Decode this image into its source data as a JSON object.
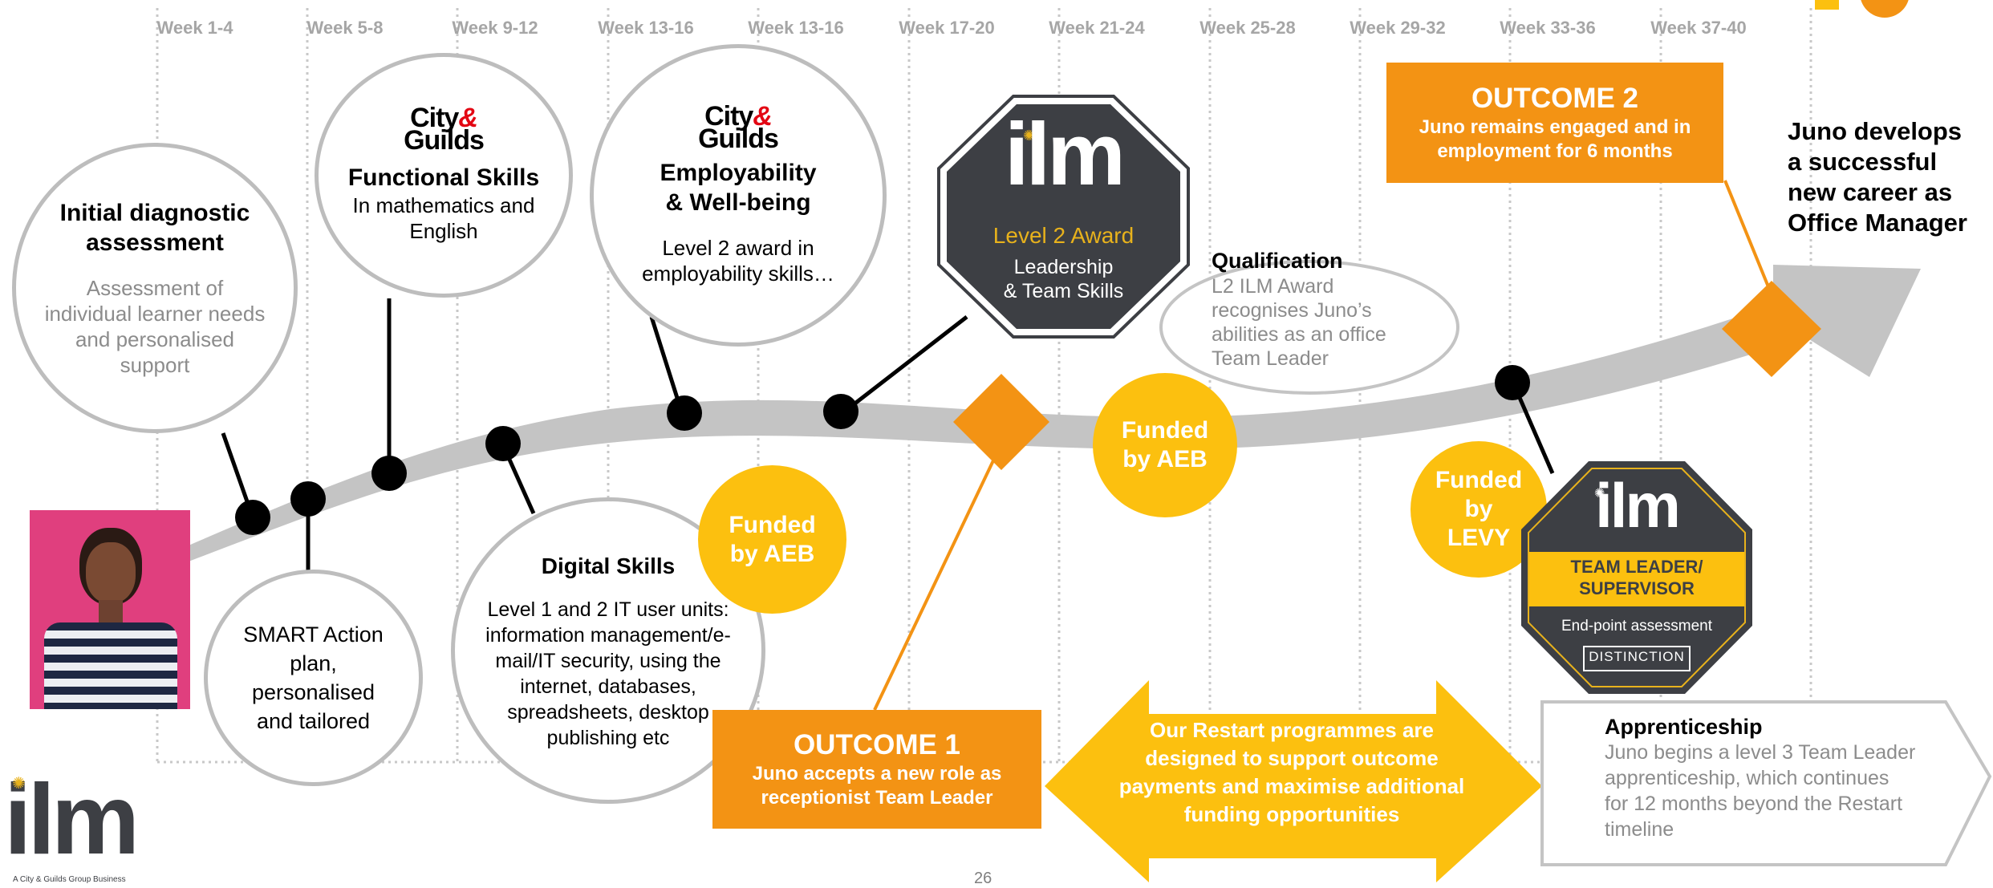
{
  "weeks": [
    "Week 1-4",
    "Week 5-8",
    "Week 9-12",
    "Week 13-16",
    "Week 13-16",
    "Week 17-20",
    "Week 21-24",
    "Week 25-28",
    "Week 29-32",
    "Week 33-36",
    "Week 37-40"
  ],
  "colors": {
    "orange": "#f39314",
    "yellow": "#fcc00f",
    "grey_circle": "#bdbdbd",
    "dark_badge": "#3d3f44",
    "badge_gold": "#e8b21c"
  },
  "brand": {
    "city": "City",
    "guilds": "Guilds",
    "amp": "&"
  },
  "initial": {
    "title": "Initial diagnostic assessment",
    "body": "Assessment of individual learner needs and personalised support"
  },
  "functional": {
    "title": "Functional Skills",
    "body": "In mathematics and English"
  },
  "employability": {
    "title": "Employability & Well-being",
    "body": "Level 2 award in employability skills…"
  },
  "smart": {
    "text": "SMART Action plan, personalised and tailored"
  },
  "digital": {
    "title": "Digital Skills",
    "body": "Level 1 and 2 IT user units: information management/e-mail/IT security, using the internet, databases, spreadsheets, desktop publishing etc"
  },
  "ilm_badge": {
    "logo": "ilm",
    "award": "Level 2 Award",
    "course_line1": "Leadership",
    "course_line2": "& Team Skills"
  },
  "qualification": {
    "title": "Qualification",
    "body": "L2 ILM Award recognises Juno’s abilities as an office Team Leader"
  },
  "funded_1": "Funded by AEB",
  "funded_2": "Funded by AEB",
  "funded_3": "Funded by LEVY",
  "outcome1": {
    "title": "OUTCOME 1",
    "body": "Juno accepts a new role as receptionist Team Leader"
  },
  "outcome2": {
    "title": "OUTCOME 2",
    "body": "Juno remains engaged and in employment for 6 months"
  },
  "final": {
    "text": "Juno develops a successful new career as Office Manager"
  },
  "restart": {
    "text": "Our Restart programmes are designed to support outcome payments and maximise additional funding opportunities"
  },
  "levy_badge": {
    "logo": "ilm",
    "line1": "TEAM LEADER/",
    "line2": "SUPERVISOR",
    "line3": "End-point assessment",
    "line4": "DISTINCTION"
  },
  "apprenticeship": {
    "title": "Apprenticeship",
    "body": "Juno begins a level 3 Team Leader apprenticeship, which continues for 12 months beyond the Restart timeline"
  },
  "footer": {
    "page_number": "26",
    "logo": "ilm",
    "tagline": "A City & Guilds Group Business"
  }
}
